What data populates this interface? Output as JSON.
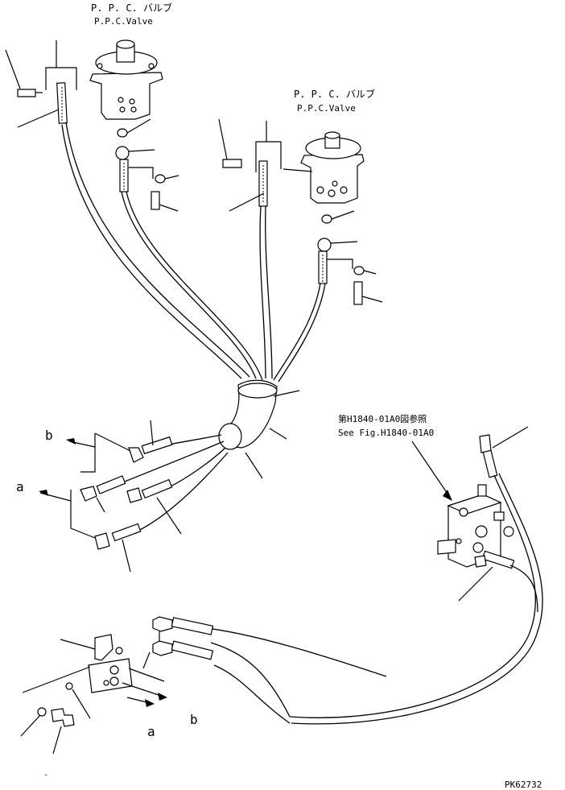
{
  "diagram": {
    "ppc_valve_left": {
      "label_jp": "P. P. C. バルブ",
      "label_en": "P.P.C.Valve"
    },
    "ppc_valve_right": {
      "label_jp": "P. P. C. バルブ",
      "label_en": "P.P.C.Valve"
    },
    "reference": {
      "label_jp": "第H1840-01A0図参照",
      "label_en": "See Fig.H1840-01A0"
    },
    "port_labels": {
      "b_upper": "b",
      "a_upper": "a",
      "a_lower": "a",
      "b_lower": "b"
    },
    "footnote_mark": "-",
    "drawing_number": "PK62732"
  }
}
